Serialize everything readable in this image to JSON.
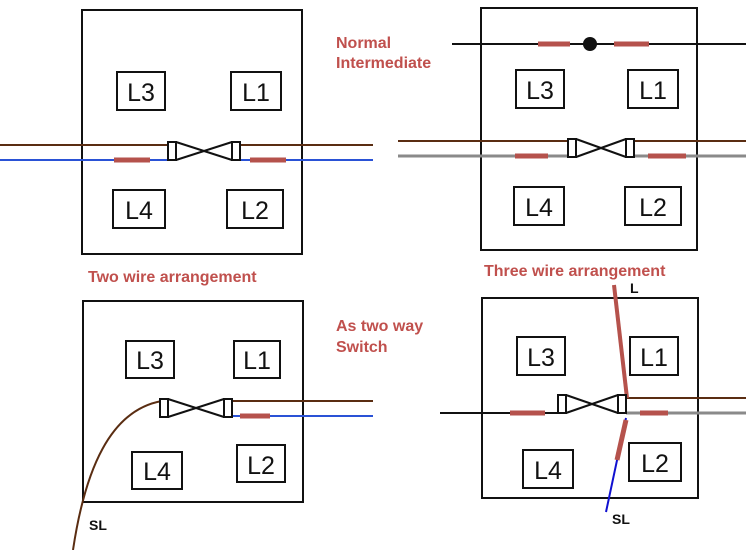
{
  "captions": {
    "normal_intermediate_1": "Normal",
    "normal_intermediate_2": "Intermediate",
    "two_wire": "Two wire arrangement",
    "three_wire": "Three wire arrangement",
    "two_way_1": "As two way",
    "two_way_2": "Switch"
  },
  "terminals": {
    "L1": "L1",
    "L2": "L2",
    "L3": "L3",
    "L4": "L4"
  },
  "wire_labels": {
    "L": "L",
    "SL": "SL"
  },
  "colors": {
    "brown": "#5a2d12",
    "blue": "#2a52d6",
    "grey": "#8a8a8a",
    "black": "#111111",
    "sleeve": "#b5524c",
    "caption": "#c0504d"
  }
}
